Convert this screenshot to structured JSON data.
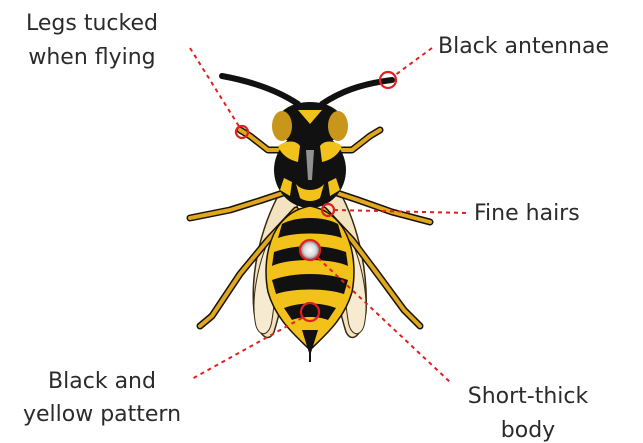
{
  "labels": {
    "legs_line1": "Legs tucked",
    "legs_line2": "when flying",
    "antennae": "Black antennae",
    "hairs": "Fine hairs",
    "pattern_line1": "Black and",
    "pattern_line2": "yellow pattern",
    "body_line1": "Short-thick",
    "body_line2": "body"
  },
  "colors": {
    "leader": "#e02020",
    "wasp_yellow": "#f2c21b",
    "wasp_black": "#111111",
    "wing": "#f3e3c0",
    "text": "#2b2b2b"
  }
}
